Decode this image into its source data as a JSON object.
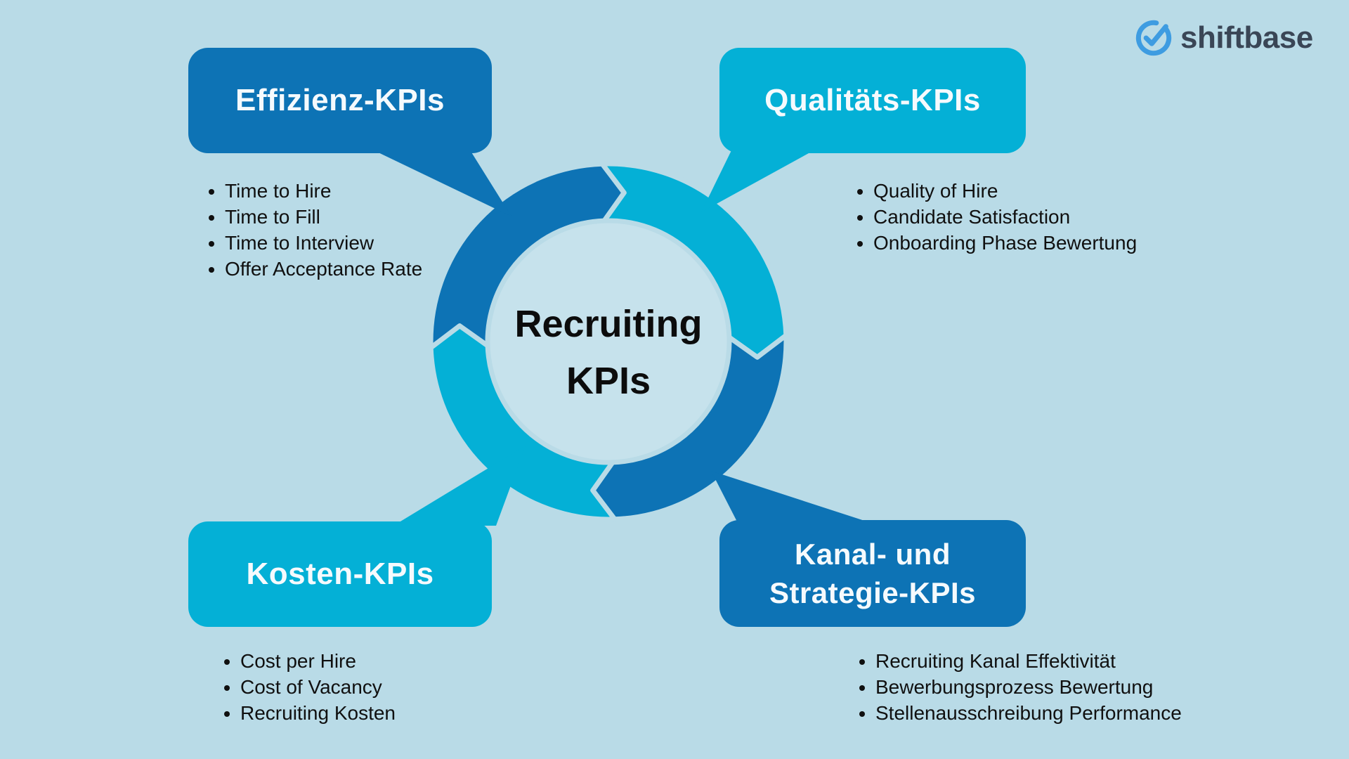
{
  "logo": {
    "brand": "shiftbase"
  },
  "center": {
    "line1": "Recruiting",
    "line2": "KPIs"
  },
  "quadrants": [
    {
      "id": "effizienz",
      "title": "Effizienz-KPIs",
      "color": "dark_blue",
      "items": [
        "Time to Hire",
        "Time to Fill",
        "Time to Interview",
        "Offer Acceptance Rate"
      ]
    },
    {
      "id": "qualitaets",
      "title": "Qualitäts-KPIs",
      "color": "cyan",
      "items": [
        "Quality of Hire",
        "Candidate Satisfaction",
        "Onboarding Phase Bewertung"
      ]
    },
    {
      "id": "kosten",
      "title": "Kosten-KPIs",
      "color": "cyan",
      "items": [
        "Cost per Hire",
        "Cost of Vacancy",
        "Recruiting Kosten"
      ]
    },
    {
      "id": "kanal",
      "title": "Kanal- und Strategie-KPIs",
      "title_lines": [
        "Kanal- und",
        "Strategie-KPIs"
      ],
      "color": "dark_blue",
      "items": [
        "Recruiting Kanal Effektivität",
        "Bewerbungsprozess Bewertung",
        "Stellenausschreibung Performance"
      ]
    }
  ],
  "colors": {
    "background": "#b9dbe7",
    "dark_blue": "#0d73b5",
    "cyan": "#04b0d6",
    "inner_disc": "#c6e2ec",
    "title_text": "#f5fafd",
    "bullet_text": "#101010",
    "logo_blue": "#3e9ce1",
    "logo_text": "#3a4656"
  }
}
